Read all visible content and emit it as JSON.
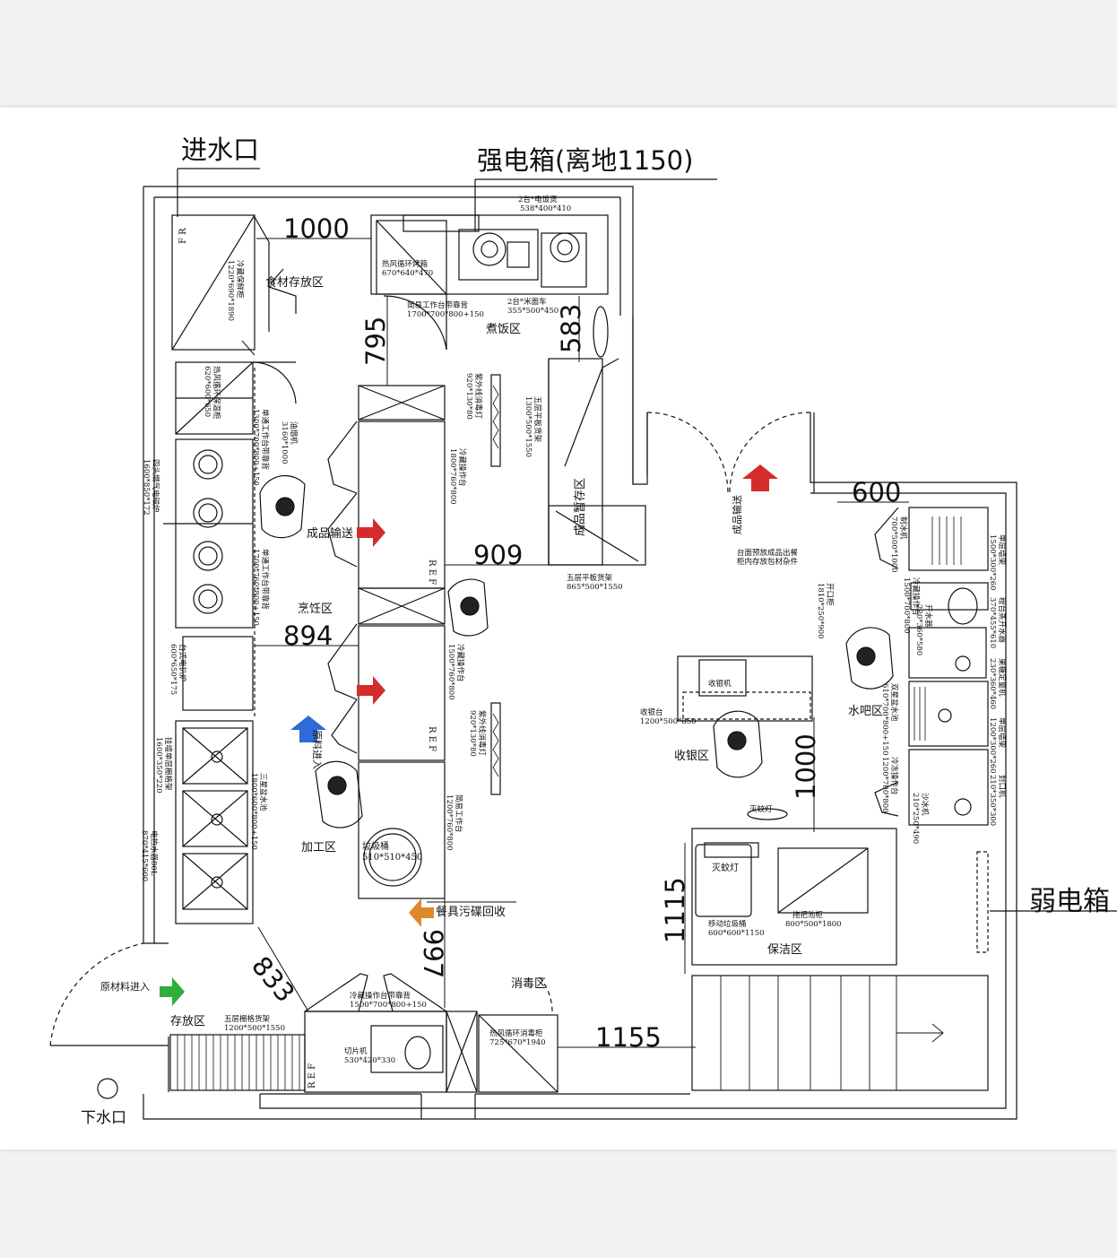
{
  "labels": {
    "water_inlet": "进水口",
    "strong_box": "强电箱(离地1150)",
    "weak_box": "弱电箱",
    "drain": "下水口",
    "raw_in": "原材料进入",
    "rice_cooker": "2台*电饭煲",
    "rice_cooker_size": "538*400*410",
    "oven": "热风循环烤箱",
    "oven_size": "670*640*470",
    "steamer": "2台*米面车",
    "steamer_size": "355*500*450",
    "simple_bench_back": "简易工作台带靠背",
    "simple_bench_back_size": "1700*700*800+150",
    "food_store": "食材存放区",
    "cook_rice_zone": "煮饭区",
    "fridge_left": "冷藏保鲜柜",
    "fridge_left_size": "1220*690*1890",
    "hot_counter": "热风循环保温柜",
    "hot_counter_size": "620*600*650",
    "work_bench_back1": "单通工作台带靠背",
    "work_bench_back1_size": "1300*700*800+150",
    "oil_hood": "油烟机",
    "oil_hood_size": "3160*1000",
    "stove4": "四头燃气电磁炉",
    "stove4_size": "1600*850*172",
    "finished_out": "成品输送",
    "work_bench_back2": "单通工作台带靠背",
    "work_bench_back2_size": "1700*760*800+150",
    "cook_zone": "烹饪区",
    "table_oven": "台式电扒炉",
    "table_oven_size": "600*650*175",
    "sink_rack": "挂墙单层栅格架",
    "sink_rack_size": "1600*350*220",
    "heater": "电热水器80L",
    "heater_size": "870*415*600",
    "triple_sink": "三星盆水池",
    "triple_sink_size": "1800*600*800+150",
    "cold_bench1": "冷藏操作台",
    "cold_bench1_size": "1800*760*800",
    "uv1": "紫外线消毒灯",
    "uv1_size": "920*130*80",
    "shelf5_a": "五层平板货架",
    "shelf5_a_size": "1300*500*1550",
    "cold_bench2": "冷藏操作台",
    "cold_bench2_size": "1500*760*800",
    "uv2": "紫外线消毒灯",
    "uv2_size": "920*130*80",
    "raw_in_lbl": "原料进入",
    "process_zone": "加工区",
    "trash": "垃圾桶",
    "trash_size": "510*510*450",
    "simple_bench": "简易工作台",
    "simple_bench_size": "1200*760*800",
    "dish_return": "餐具污碟回收",
    "finished_temp": "成品暂存区",
    "shelf5_b": "五层平板货架",
    "shelf5_b_size": "865*500*1550",
    "cashier_table": "收银台",
    "cashier_table_size": "1200*500*850",
    "cashier_machine": "收银机",
    "cashier_zone": "收银区",
    "counter_note1": "台面预放成品出餐",
    "counter_note2": "柜内存放包材杂件",
    "open_cabinet": "开口柜",
    "open_cabinet_size": "1810*250*900",
    "water_bar": "水吧区",
    "finished_out2": "成品输送",
    "bug_lamp": "灭蚊灯",
    "bug_lamp2": "灭蚊灯",
    "mop_sink": "拖把池柜",
    "mop_sink_size": "800*500*1800",
    "mobile_trash": "移动垃圾桶",
    "mobile_trash_size": "600*600*1150",
    "clean_zone": "保洁区",
    "disinfect_zone": "消毒区",
    "disinfect_cab": "热风循环消毒柜",
    "disinfect_cab_size": "725*670*1940",
    "slicer": "切片机",
    "slicer_size": "530*420*330",
    "cold_bench3": "冷藏操作台带靠背",
    "cold_bench3_size": "1500*700*800+150",
    "store_zone": "存放区",
    "shelf5_c": "五层栅格货架",
    "shelf5_c_size": "1200*500*1550",
    "single_rack": "单层墙架",
    "single_rack_size": "1500*300*260",
    "ice_machine": "制冰机",
    "ice_machine_size": "700*500*1000",
    "cold_bench4": "冷藏操作台",
    "cold_bench4_size": "1500*700*800",
    "kettle": "开水器",
    "kettle_size": "220*360*580",
    "boiler": "程台蒸开水器",
    "boiler_size": "370*455*610",
    "tea_machine": "果糖定量机",
    "tea_machine_size": "230*360*460",
    "sealer": "封口机",
    "sealer_size": "210*350*300",
    "blender": "沙冰机",
    "blender_size": "210*250*490",
    "single_rack2": "单层墙架",
    "single_rack2_size": "1200*300*260",
    "ice_cab": "冷冻操作台",
    "ice_cab_size": "1200*700*800",
    "double_sink": "双星盆水池",
    "double_sink_size": "610*700*800+150",
    "ref": "R E F",
    "ref_short": "R E F",
    "ref_tag": "F R"
  },
  "dimensions": {
    "d1000_top": "1000",
    "d795": "795",
    "d583": "583",
    "d909": "909",
    "d894": "894",
    "d833": "833",
    "d997": "997",
    "d600": "600",
    "d1000_right": "1000",
    "d1115": "1115",
    "d1155": "1155"
  },
  "colors": {
    "line": "#111111",
    "arrow_red": "#d62b2b",
    "arrow_blue": "#2f6bd6",
    "arrow_green": "#2fae3c",
    "arrow_orange": "#e0892b"
  }
}
